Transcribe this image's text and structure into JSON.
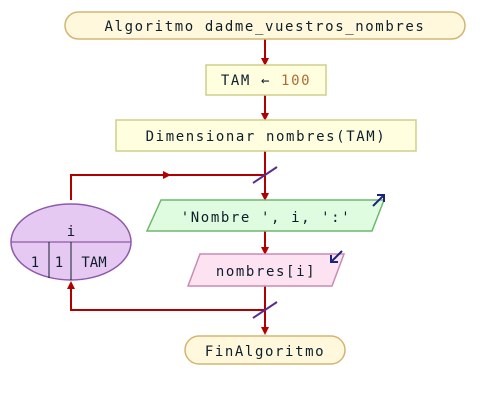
{
  "diagram": {
    "start_label": "Algoritmo dadme_vuestros_nombres",
    "assign": {
      "target": "TAM",
      "arrow": "←",
      "value": "100"
    },
    "dimension_label": "Dimensionar nombres(TAM)",
    "output_label": "'Nombre ', i, ':'",
    "input_label": "nombres[i]",
    "loop": {
      "variable": "i",
      "start": "1",
      "step": "1",
      "end": "TAM"
    },
    "end_label": "FinAlgoritmo"
  },
  "colors": {
    "terminal_fill": "#fff8dc",
    "terminal_stroke": "#d3b571",
    "process_fill": "#ffffe0",
    "process_stroke": "#cfcf8a",
    "output_fill": "#e0fce0",
    "output_stroke": "#6fb76f",
    "input_fill": "#fde3f2",
    "input_stroke": "#c98bb4",
    "loop_fill": "#e6c9f2",
    "loop_stroke": "#8e5aa8",
    "arrow": "#b00000",
    "io_marker": "#1a237e",
    "loop_tick": "#5a2d8c"
  }
}
